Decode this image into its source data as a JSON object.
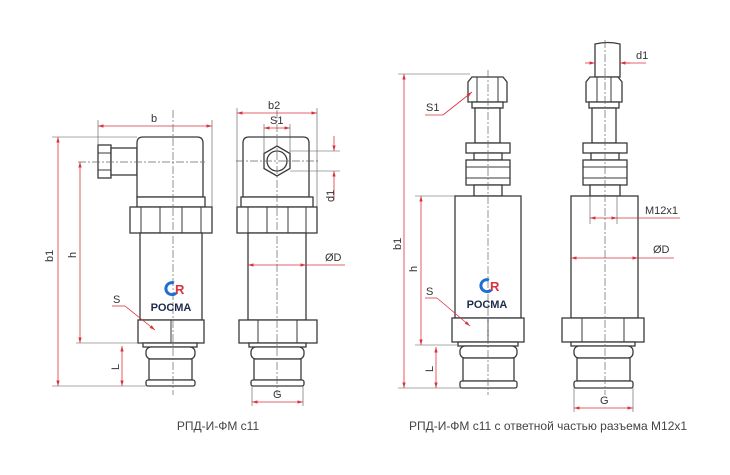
{
  "colors": {
    "outline": "#3a3a3a",
    "dimension": "#d9333f",
    "logo_blue": "#1f6fd1",
    "logo_red": "#d9333f"
  },
  "views": [
    {
      "caption": "РПД-И-ФМ с11",
      "labels": {
        "b": "b",
        "b1": "b1",
        "h": "h",
        "S": "S",
        "L": "L"
      },
      "logo": "РОСМА"
    },
    {
      "labels": {
        "b2": "b2",
        "S1": "S1",
        "d1": "d1",
        "D": "ØD",
        "G": "G"
      }
    },
    {
      "caption": "РПД-И-ФМ с11 с ответной частью разъема М12х1",
      "labels": {
        "S1": "S1",
        "b1": "b1",
        "h": "h",
        "S": "S",
        "L": "L"
      },
      "logo": "РОСМА"
    },
    {
      "labels": {
        "d1": "d1",
        "M12x1": "M12x1",
        "D": "ØD",
        "G": "G"
      }
    }
  ]
}
